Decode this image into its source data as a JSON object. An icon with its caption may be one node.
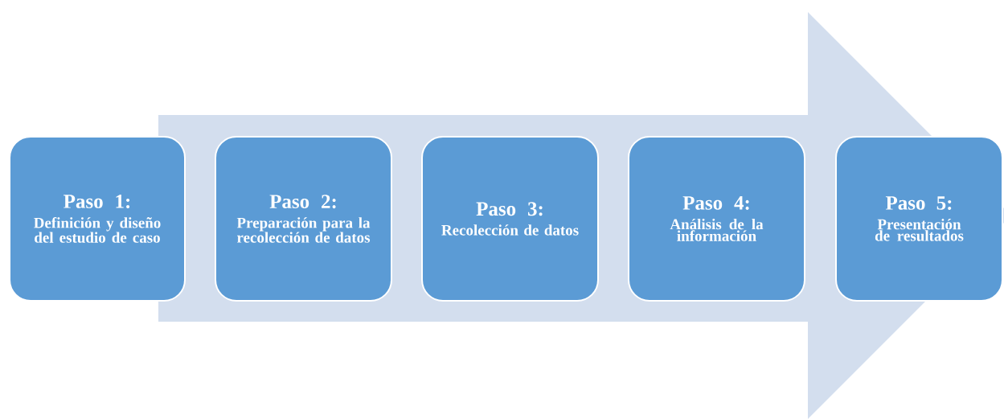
{
  "diagram": {
    "nodes": [
      {
        "text": [
          "Paso 1:",
          "Definición y diseño del estudio de caso"
        ]
      },
      {
        "text": [
          "Paso 2:",
          "Preparación para la recolección de datos"
        ]
      },
      {
        "text": [
          "Paso 3:",
          "Recolección de datos"
        ]
      },
      {
        "text": [
          "Paso 4:",
          "Análisis de la información"
        ]
      },
      {
        "text": [
          "Paso 5:",
          "Presentación de resultados"
        ]
      }
    ],
    "edges": [
      {
        "from": 0,
        "to": 4,
        "arrow": "to"
      }
    ]
  }
}
